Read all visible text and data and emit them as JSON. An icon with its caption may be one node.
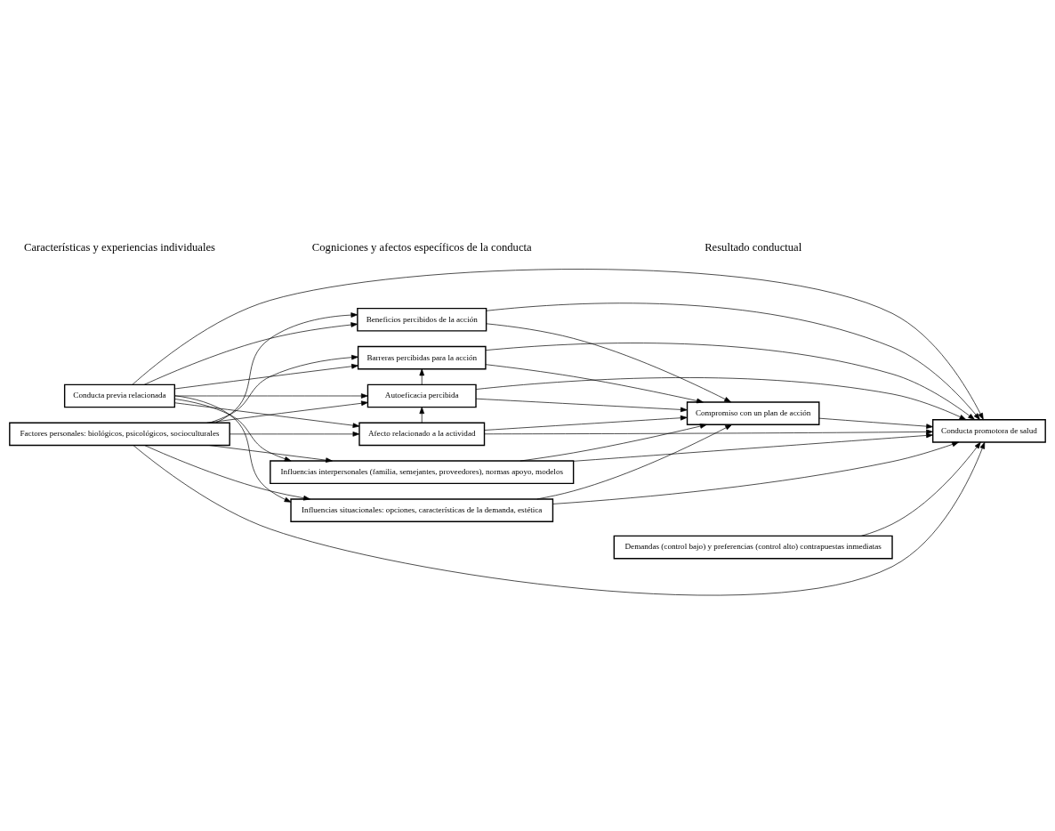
{
  "diagram": {
    "nodes": [
      {
        "text": [
          "Conducta previa relacionada"
        ]
      },
      {
        "text": [
          "Factores personales: biológicos, psicológicos, socioculturales"
        ]
      },
      {
        "text": [
          "Beneficios percibidos de la acción"
        ]
      },
      {
        "text": [
          "Barreras percibidas para la acción"
        ]
      },
      {
        "text": [
          "Autoeficacia percibida"
        ]
      },
      {
        "text": [
          "Afecto relacionado a la actividad"
        ]
      },
      {
        "text": [
          "Influencias interpersonales (familia, semejantes, proveedores), normas apoyo, modelos"
        ]
      },
      {
        "text": [
          "Influencias situacionales: opciones, características de la demanda, estética"
        ]
      },
      {
        "text": [
          "Demandas (control bajo) y preferencias (control alto) contrapuestas inmediatas"
        ]
      },
      {
        "text": [
          "Compromiso con un plan de acción"
        ]
      },
      {
        "text": [
          "Conducta promotora de salud"
        ]
      }
    ],
    "edges": [
      {
        "from": 0,
        "to": 2,
        "arrow": "to"
      },
      {
        "from": 0,
        "to": 3,
        "arrow": "to"
      },
      {
        "from": 0,
        "to": 4,
        "arrow": "to"
      },
      {
        "from": 0,
        "to": 5,
        "arrow": "to"
      },
      {
        "from": 0,
        "to": 6,
        "arrow": "to"
      },
      {
        "from": 0,
        "to": 7,
        "arrow": "to"
      },
      {
        "from": 0,
        "to": 10,
        "arrow": "to"
      },
      {
        "from": 1,
        "to": 2,
        "arrow": "to"
      },
      {
        "from": 1,
        "to": 3,
        "arrow": "to"
      },
      {
        "from": 1,
        "to": 4,
        "arrow": "to"
      },
      {
        "from": 1,
        "to": 5,
        "arrow": "to"
      },
      {
        "from": 1,
        "to": 6,
        "arrow": "to"
      },
      {
        "from": 1,
        "to": 7,
        "arrow": "to"
      },
      {
        "from": 1,
        "to": 10,
        "arrow": "to"
      },
      {
        "from": 4,
        "to": 3,
        "arrow": "to"
      },
      {
        "from": 5,
        "to": 4,
        "arrow": "to"
      },
      {
        "from": 2,
        "to": 9,
        "arrow": "to"
      },
      {
        "from": 3,
        "to": 9,
        "arrow": "to"
      },
      {
        "from": 4,
        "to": 9,
        "arrow": "to"
      },
      {
        "from": 5,
        "to": 9,
        "arrow": "to"
      },
      {
        "from": 2,
        "to": 10,
        "arrow": "to"
      },
      {
        "from": 3,
        "to": 10,
        "arrow": "to"
      },
      {
        "from": 4,
        "to": 10,
        "arrow": "to"
      },
      {
        "from": 5,
        "to": 10,
        "arrow": "to"
      },
      {
        "from": 6,
        "to": 9,
        "arrow": "to"
      },
      {
        "from": 7,
        "to": 9,
        "arrow": "to"
      },
      {
        "from": 6,
        "to": 10,
        "arrow": "to"
      },
      {
        "from": 7,
        "to": 10,
        "arrow": "to"
      },
      {
        "from": 8,
        "to": 10,
        "arrow": "to"
      },
      {
        "from": 9,
        "to": 10,
        "arrow": "to"
      }
    ],
    "labels": [
      "Características y experiencias individuales",
      "Cogniciones y afectos específicos de la conducta",
      "Resultado conductual"
    ]
  }
}
